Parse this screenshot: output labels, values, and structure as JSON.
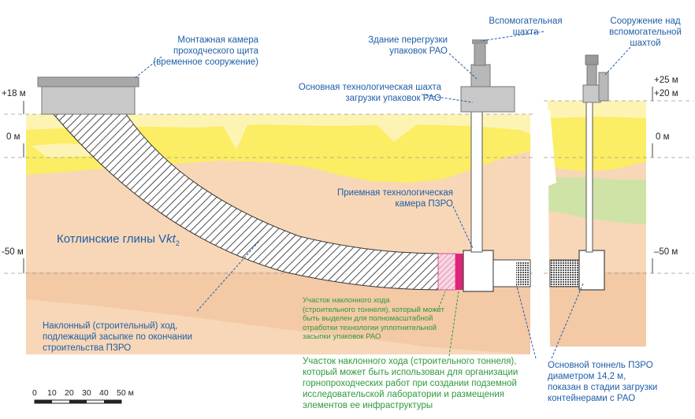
{
  "labels": {
    "mounting_chamber": "Монтажная камера\nпроходческого щита\n(временное сооружение)",
    "transfer_building": "Здание перегрузки\nупаковок РАО",
    "aux_shaft": "Вспомогательная\nшахта",
    "aux_shaft_structure": "Сооружение над\nвспомогательной\nшахтой",
    "main_shaft": "Основная технологическая шахта\nзагрузки упаковок РАО",
    "receiving_chamber": "Приемная технологическая\nкамера ПЗРО",
    "clay_main": "Котлинские глины V",
    "clay_italic": "kt",
    "clay_sub": "2",
    "inclined_tunnel": "Наклонный (строительный) ход,\nподлежащий засыпке по окончании\nстроительства ПЗРО",
    "section_test": "Участок наклонного хода\n(строительного тоннеля), который может\nбыть выделен для полномасштабной\nотработки технологии уплотнительной\nзасыпки упаковок РАО",
    "section_lab": "Участок наклонного хода (строительного тоннеля),\nкоторый может быть использован для организации\nгорнопроходческих работ при создании подземной\nисследовательской лаборатории и размещения\nэлементов ее инфраструктуры",
    "main_tunnel": "Основной тоннель ПЗРО\nдиаметром 14,2 м,\nпоказан в стадии загрузки\nконтейнерами с РАО"
  },
  "elevations": {
    "left_plus18": "+18 м",
    "left_zero": "0 м",
    "left_minus50": "-50 м",
    "right_plus25": "+25 м",
    "right_plus20": "+20 м",
    "right_zero": "0 м",
    "right_minus50": "–50 м"
  },
  "scale": {
    "ticks": [
      "0",
      "10",
      "20",
      "30",
      "40",
      "50 м"
    ]
  },
  "colors": {
    "clay": "#f7d7b8",
    "clay_deep": "#f3c9a6",
    "sand_yellow": "#fbed64",
    "sand_light": "#fdf4b4",
    "green_layer": "#cfe3a7",
    "structure_gray": "#c8c8c8",
    "label_blue": "#1f5ea8",
    "label_green": "#2e9a3c",
    "pink_section": "#e0247a"
  }
}
